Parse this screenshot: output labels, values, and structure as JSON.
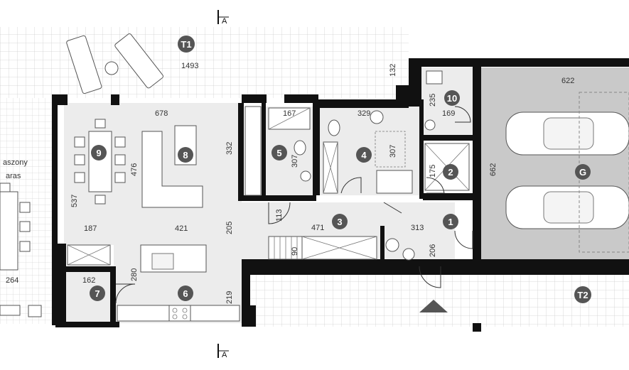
{
  "colors": {
    "wall": "#111111",
    "room_floor": "#ececec",
    "garage_floor": "#c9c9c9",
    "terrace_grid": "#cfcfcf",
    "label_circle": "#555555"
  },
  "section_marks": {
    "top": "A",
    "bottom": "A"
  },
  "zones": [
    {
      "id": "T1",
      "label": "T1"
    },
    {
      "id": "T2",
      "label": "T2"
    },
    {
      "id": "G",
      "label": "G"
    }
  ],
  "rooms": [
    {
      "id": "1",
      "label": "1"
    },
    {
      "id": "2",
      "label": "2"
    },
    {
      "id": "3",
      "label": "3"
    },
    {
      "id": "4",
      "label": "4"
    },
    {
      "id": "5",
      "label": "5"
    },
    {
      "id": "6",
      "label": "6"
    },
    {
      "id": "7",
      "label": "7"
    },
    {
      "id": "8",
      "label": "8"
    },
    {
      "id": "9",
      "label": "9"
    },
    {
      "id": "10",
      "label": "10"
    }
  ],
  "side_text": {
    "line1": "aszony",
    "line2": "aras"
  },
  "dimensions": {
    "d1493": "1493",
    "d132": "132",
    "d622": "622",
    "d678": "678",
    "d332": "332",
    "d167": "167",
    "d329": "329",
    "d235": "235",
    "d169": "169",
    "d476": "476",
    "d537": "537",
    "d307a": "307",
    "d307b": "307",
    "d175": "175",
    "d662": "662",
    "d187": "187",
    "d421": "421",
    "d205a": "205",
    "d113": "113",
    "d471": "471",
    "d313": "313",
    "d206": "206",
    "d90": "90",
    "d162": "162",
    "d280": "280",
    "d219": "219",
    "d264": "264"
  }
}
